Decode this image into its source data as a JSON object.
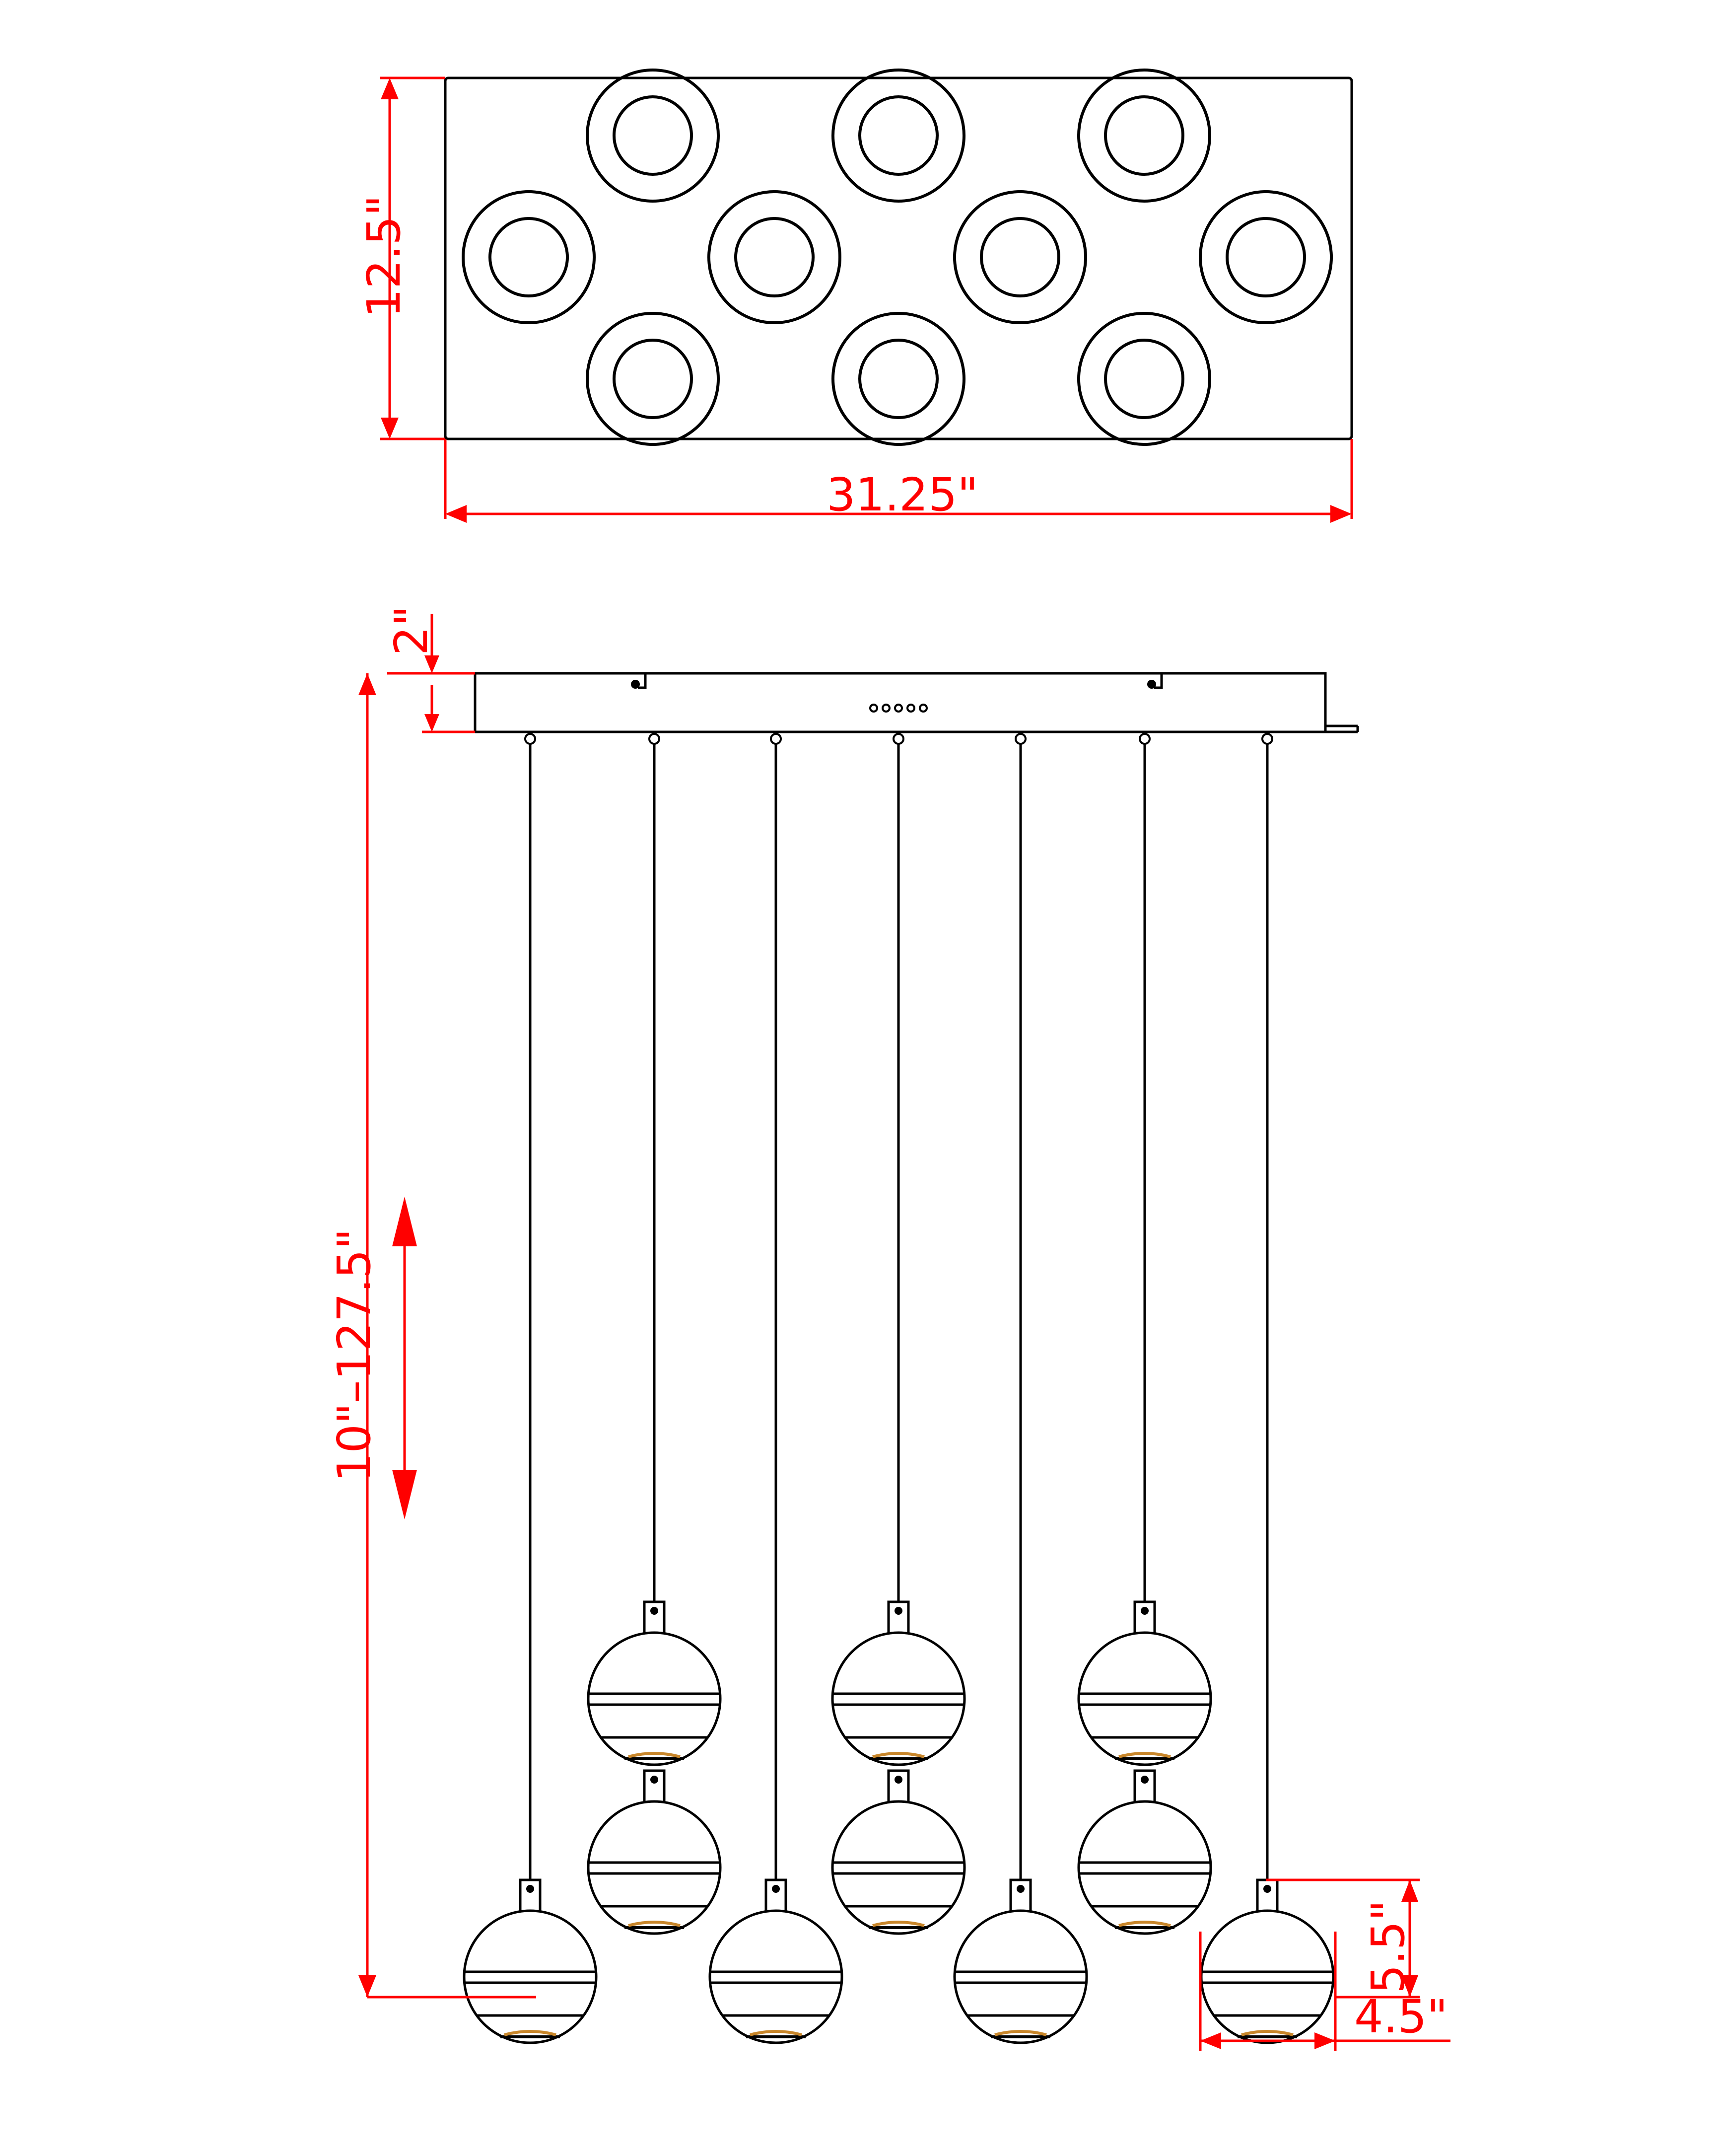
{
  "dimensions": {
    "canopy_depth": "12.5\"",
    "canopy_width": "31.25\"",
    "canopy_height": "2\"",
    "overall_drop": "10\"–127.5\"",
    "shade_height": "5.5\"",
    "shade_width": "4.5\""
  },
  "colors": {
    "line": "#000000",
    "dimension": "#ff0000",
    "light_glow": "#c8862a"
  },
  "fixture": {
    "top_view_shade_count": 10,
    "pendant_count": 10
  }
}
